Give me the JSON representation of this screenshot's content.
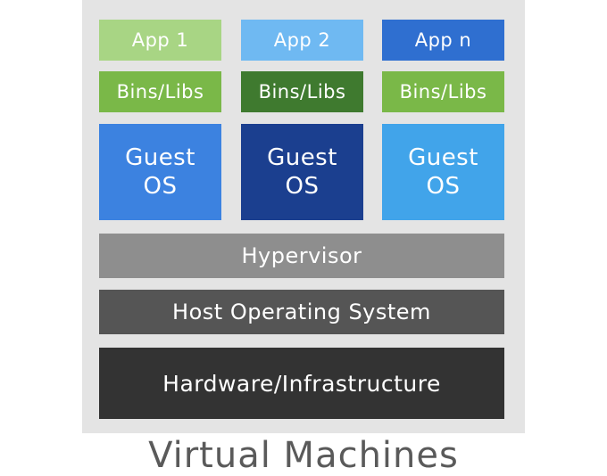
{
  "diagram": {
    "columns": [
      {
        "app": "App 1",
        "bins": "Bins/Libs",
        "guest_os": "Guest OS"
      },
      {
        "app": "App 2",
        "bins": "Bins/Libs",
        "guest_os": "Guest OS"
      },
      {
        "app": "App n",
        "bins": "Bins/Libs",
        "guest_os": "Guest OS"
      }
    ],
    "hypervisor": "Hypervisor",
    "host_os": "Host Operating System",
    "hardware": "Hardware/Infrastructure",
    "caption": "Virtual Machines"
  },
  "colors": {
    "panel": "#e4e4e4",
    "app1": "#a8d584",
    "app2": "#6fb9f2",
    "appn": "#2f6fd0",
    "bins1": "#7ab848",
    "bins2": "#3f7a2f",
    "bins3": "#7ab848",
    "guest1": "#3c82e0",
    "guest2": "#1b3f8f",
    "guest3": "#41a4ea",
    "hypervisor": "#8e8e8e",
    "host_os": "#555555",
    "hardware": "#333333",
    "caption": "#5a5a5a"
  }
}
